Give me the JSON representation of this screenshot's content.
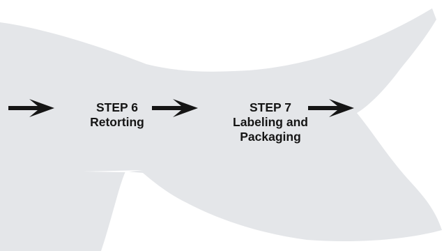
{
  "colors": {
    "fish_fill": "#e4e6e9",
    "ink": "#151515"
  },
  "flow": {
    "arrows": [
      {
        "icon": "right-arrow-icon"
      },
      {
        "icon": "right-arrow-icon"
      },
      {
        "icon": "right-arrow-icon"
      }
    ],
    "steps": [
      {
        "number": "STEP 6",
        "description": "Retorting"
      },
      {
        "number": "STEP 7",
        "description": "Labeling and\nPackaging"
      }
    ]
  }
}
